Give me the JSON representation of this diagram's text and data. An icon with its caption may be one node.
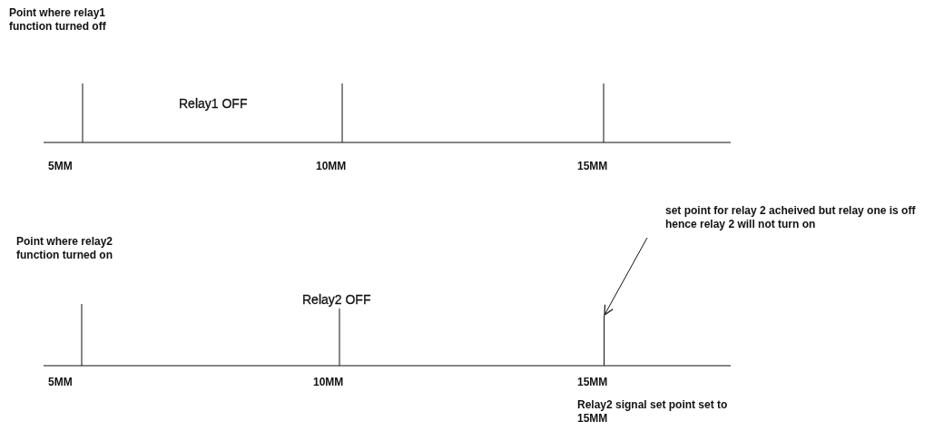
{
  "diagram": {
    "nodes": [
      {
        "text": [
          "set point for relay 2 acheived but relay one is off hence relay 2 will not turn on"
        ]
      },
      {
        "text": [],
        "shape": "bar"
      }
    ],
    "edges": [
      {
        "from": 0,
        "to": 1,
        "arrow": "to"
      }
    ],
    "labels": [
      "Point where relay1 function turned off",
      "Relay1 OFF",
      "5MM",
      "10MM",
      "15MM",
      "Point where relay2 function turned on",
      "Relay2 OFF",
      "5MM",
      "10MM",
      "15MM",
      "Relay2 signal set point set to 15MM"
    ]
  }
}
